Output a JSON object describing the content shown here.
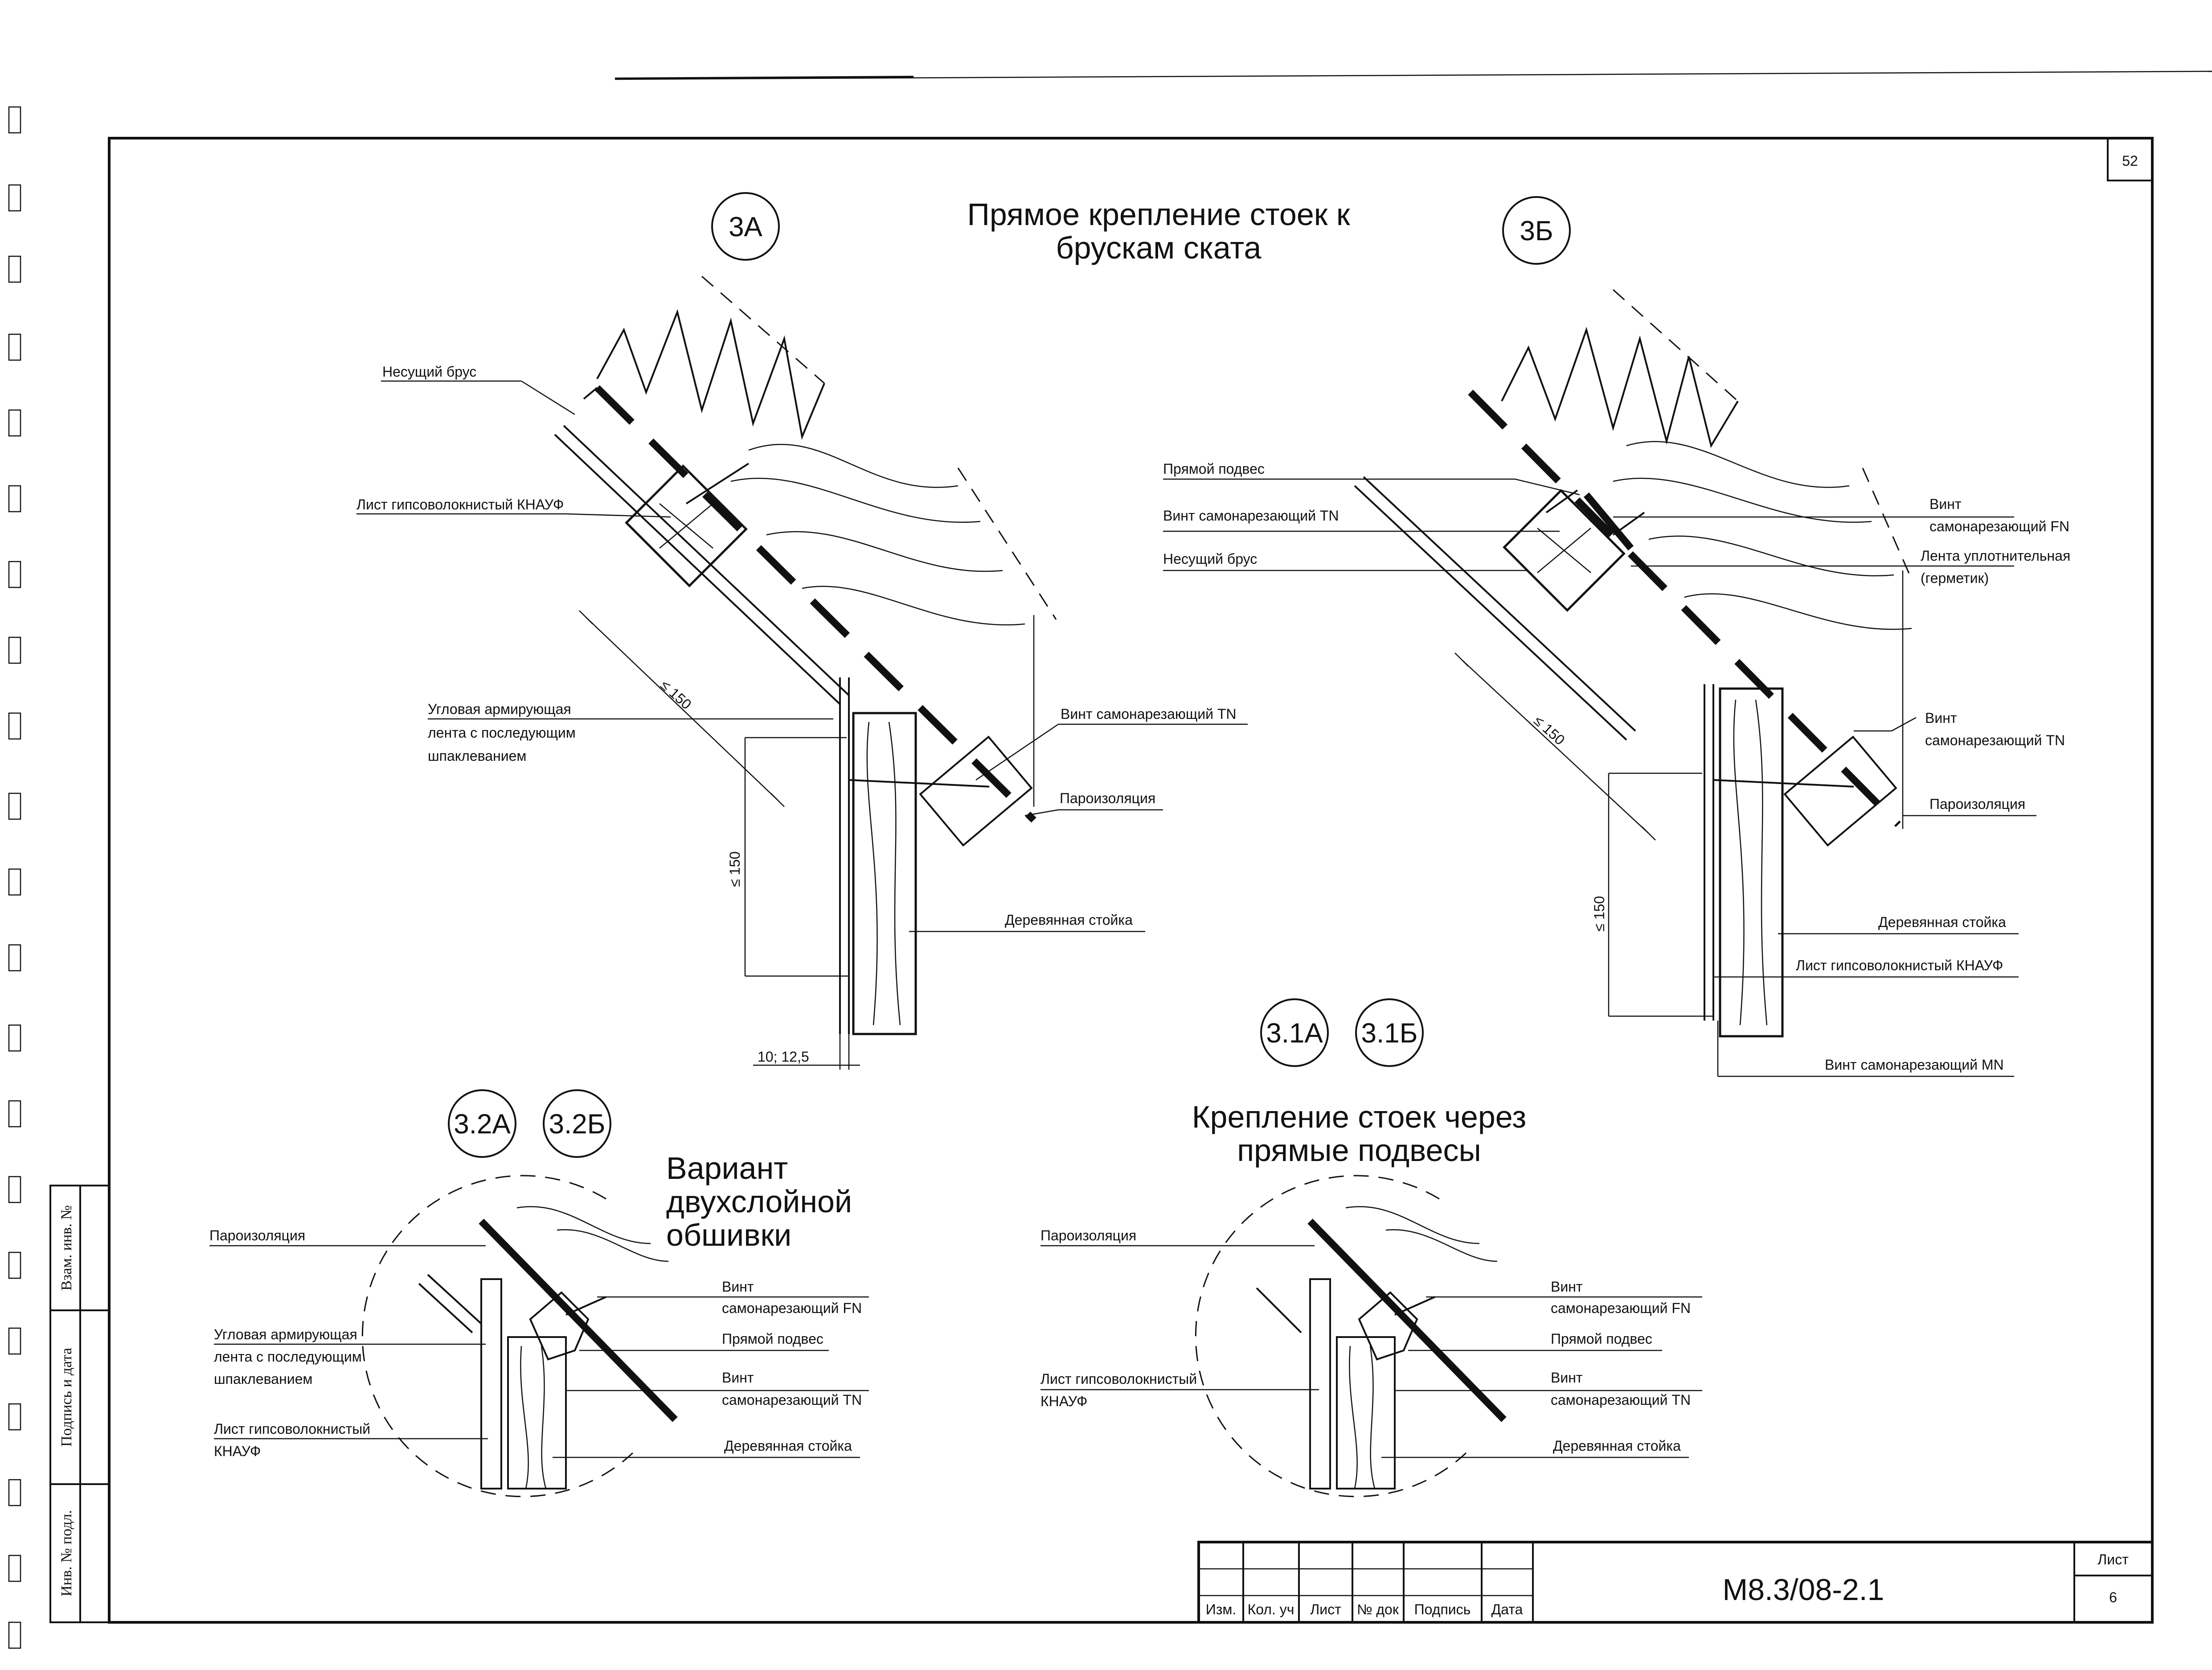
{
  "sheet": {
    "page_number": "52",
    "code": "М8.3/08-2.1",
    "sheet_label": "Лист",
    "sheet_number": "6"
  },
  "title_block": {
    "columns": [
      "Изм.",
      "Кол. уч",
      "Лист",
      "№ док",
      "Подпись",
      "Дата"
    ]
  },
  "side_stamp": {
    "fields": [
      "Взам. инв. №",
      "Подпись и дата",
      "Инв. № подл."
    ]
  },
  "titles": {
    "direct": [
      "Прямое крепление стоек к",
      "брускам ската"
    ],
    "hangers": [
      "Крепление стоек через",
      "прямые подвесы"
    ],
    "double": [
      "Вариант",
      "двухслойной",
      "обшивки"
    ]
  },
  "tags": {
    "a3": "3А",
    "b3": "3Б",
    "a31": "3.1А",
    "b31": "3.1Б",
    "a32": "3.2А",
    "b32": "3.2Б"
  },
  "details": {
    "d3a": {
      "labels": {
        "beam": "Несущий брус",
        "board": "Лист гипсоволокнистый КНАУФ",
        "tape": [
          "Угловая армирующая",
          "лента с последующим",
          "шпаклеванием"
        ],
        "screw_tn": "Винт самонарезающий TN",
        "vapour": "Пароизоляция",
        "stud": "Деревянная стойка"
      },
      "dims": {
        "diag": "≤ 150",
        "vert": "≤ 150",
        "thick": "10; 12,5"
      }
    },
    "d3b": {
      "labels": {
        "hanger": "Прямой подвес",
        "screw_tn": "Винт самонарезающий TN",
        "beam": "Несущий брус",
        "screw_fn": [
          "Винт",
          "самонарезающий FN"
        ],
        "seal": [
          "Лента уплотнительная",
          "(герметик)"
        ],
        "screw_tn2": [
          "Винт",
          "самонарезающий TN"
        ],
        "vapour": "Пароизоляция",
        "stud": "Деревянная стойка",
        "board": "Лист гипсоволокнистый КНАУФ",
        "screw_mn": "Винт самонарезающий MN"
      },
      "dims": {
        "diag": "≤ 150",
        "vert": "≤ 150"
      }
    },
    "d32": {
      "labels": {
        "vapour": "Пароизоляция",
        "tape": [
          "Угловая армирующая",
          "лента с последующим",
          "шпаклеванием"
        ],
        "board": [
          "Лист гипсоволокнистый",
          "КНАУФ"
        ],
        "screw_fn": [
          "Винт",
          "самонарезающий FN"
        ],
        "hanger": "Прямой подвес",
        "screw_tn": [
          "Винт",
          "самонарезающий TN"
        ],
        "stud": "Деревянная стойка"
      }
    },
    "d31": {
      "labels": {
        "vapour": "Пароизоляция",
        "board": [
          "Лист гипсоволокнистый",
          "КНАУФ"
        ],
        "screw_fn": [
          "Винт",
          "самонарезающий FN"
        ],
        "hanger": "Прямой подвес",
        "screw_tn": [
          "Винт",
          "самонарезающий TN"
        ],
        "stud": "Деревянная стойка"
      }
    }
  }
}
